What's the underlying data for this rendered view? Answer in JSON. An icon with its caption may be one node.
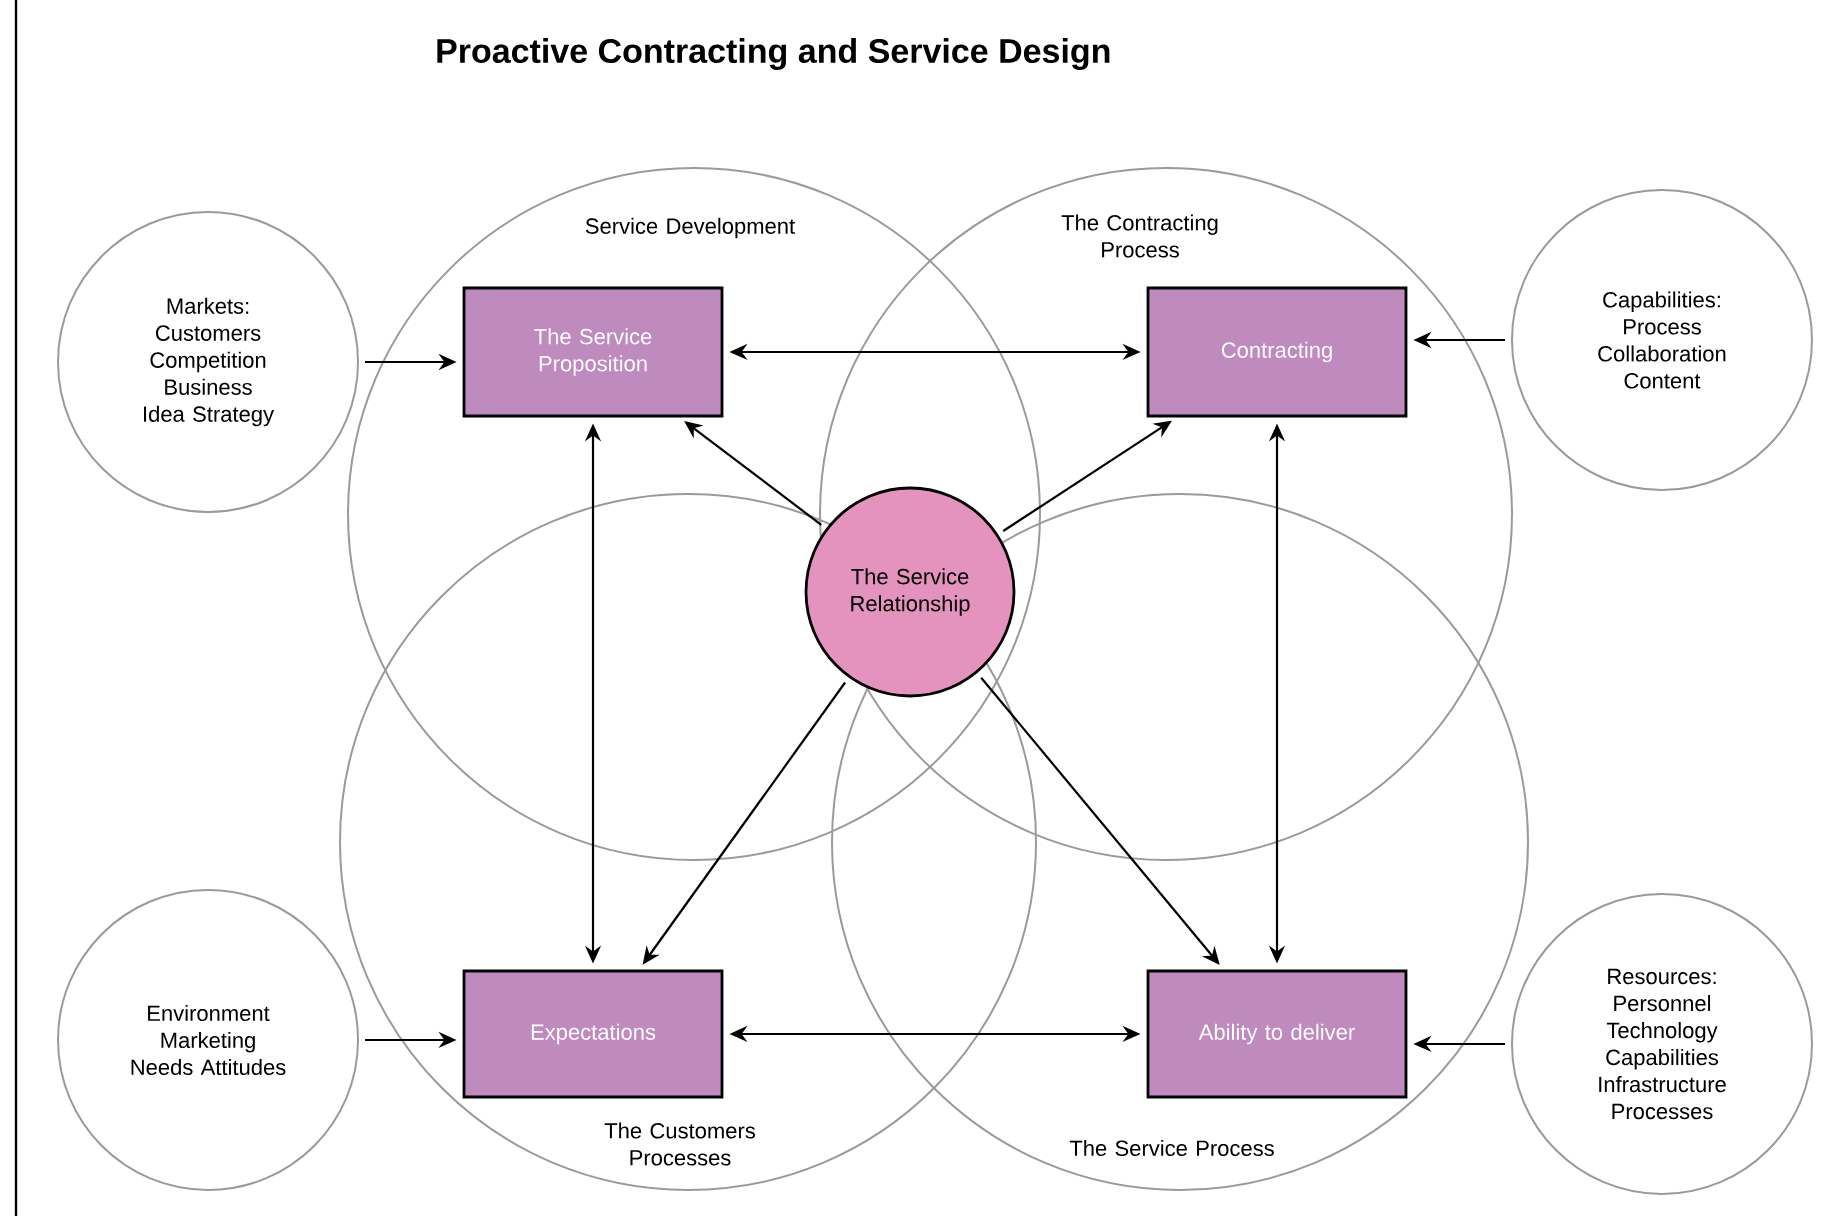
{
  "diagram": {
    "title": "Proactive Contracting and Service Design",
    "nodes": [
      {
        "text": [
          "Service Development"
        ]
      },
      {
        "text": [
          "The Contracting Process"
        ]
      },
      {
        "text": [
          "The Customers Processes"
        ]
      },
      {
        "text": [
          "The Service Process"
        ]
      },
      {
        "text": [
          "Markets: Customers Competition Business Idea Strategy"
        ]
      },
      {
        "text": [
          "The Service Proposition"
        ],
        "in": 0
      },
      {
        "text": [
          "Contracting"
        ],
        "in": 1
      },
      {
        "text": [
          "Capabilities: Process Collaboration Content"
        ]
      },
      {
        "text": [
          "The Service Relationship"
        ]
      },
      {
        "text": [
          "Environment Marketing Needs Attitudes"
        ]
      },
      {
        "text": [
          "Expectations"
        ],
        "in": 2
      },
      {
        "text": [
          "Ability to deliver"
        ],
        "in": 3
      },
      {
        "text": [
          "Resources: Personnel Technology Capabilities Infrastructure Processes"
        ]
      }
    ],
    "edges": [
      {
        "from": 4,
        "to": 5,
        "arrow": "to"
      },
      {
        "from": 5,
        "to": 6,
        "arrow": "both"
      },
      {
        "from": 7,
        "to": 6,
        "arrow": "to"
      },
      {
        "from": 8,
        "to": 5,
        "arrow": "to"
      },
      {
        "from": 8,
        "to": 6,
        "arrow": "to"
      },
      {
        "from": 5,
        "to": 10,
        "arrow": "both"
      },
      {
        "from": 6,
        "to": 11,
        "arrow": "both"
      },
      {
        "from": 8,
        "to": 10,
        "arrow": "to"
      },
      {
        "from": 8,
        "to": 11,
        "arrow": "to"
      },
      {
        "from": 9,
        "to": 10,
        "arrow": "to"
      },
      {
        "from": 10,
        "to": 11,
        "arrow": "both"
      },
      {
        "from": 12,
        "to": 11,
        "arrow": "to"
      }
    ]
  }
}
